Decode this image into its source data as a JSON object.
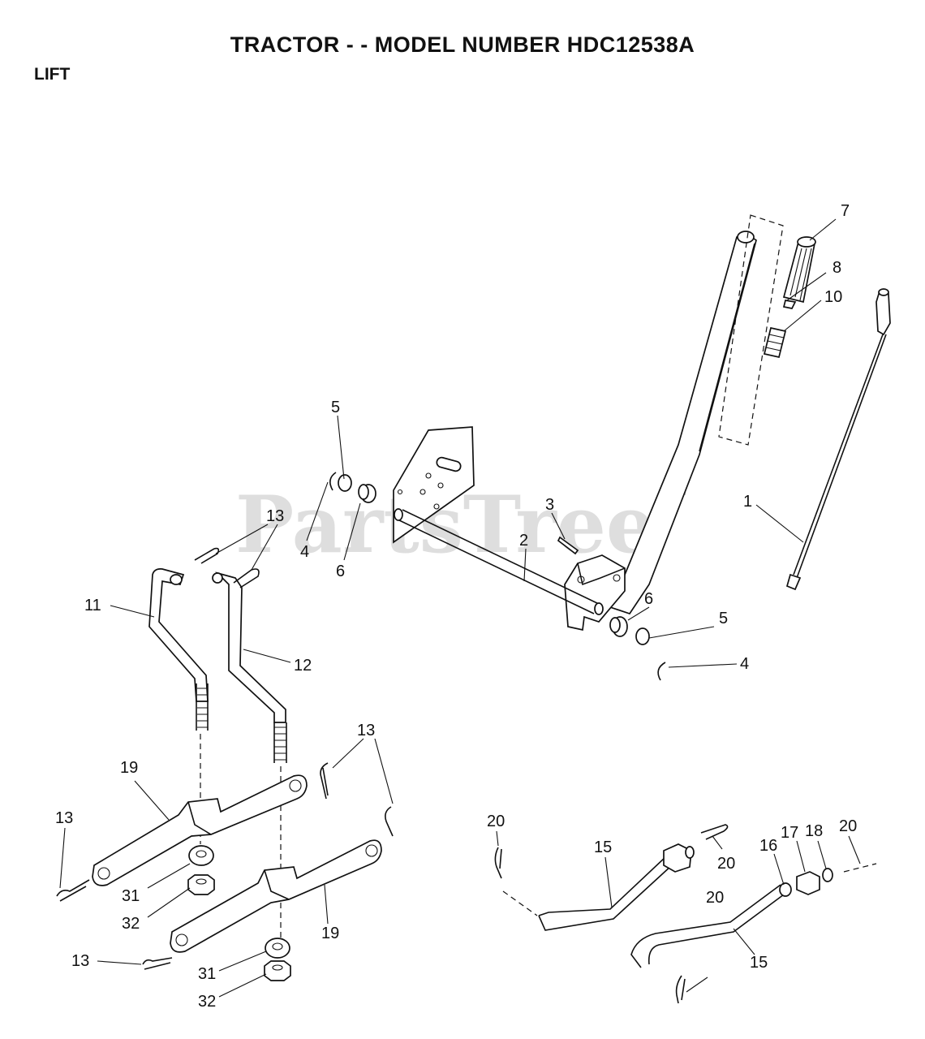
{
  "header": {
    "title": "TRACTOR - - MODEL NUMBER HDC12538A",
    "section": "LIFT"
  },
  "watermark": {
    "text": "PartsTree",
    "mark": "TM"
  },
  "callouts": [
    "7",
    "8",
    "10",
    "1",
    "5",
    "4",
    "6",
    "3",
    "2",
    "13",
    "11",
    "12",
    "6",
    "5",
    "4",
    "13",
    "19",
    "13",
    "31",
    "32",
    "19",
    "13",
    "31",
    "32",
    "20",
    "15",
    "20",
    "16",
    "17",
    "18",
    "20",
    "15",
    "20"
  ]
}
